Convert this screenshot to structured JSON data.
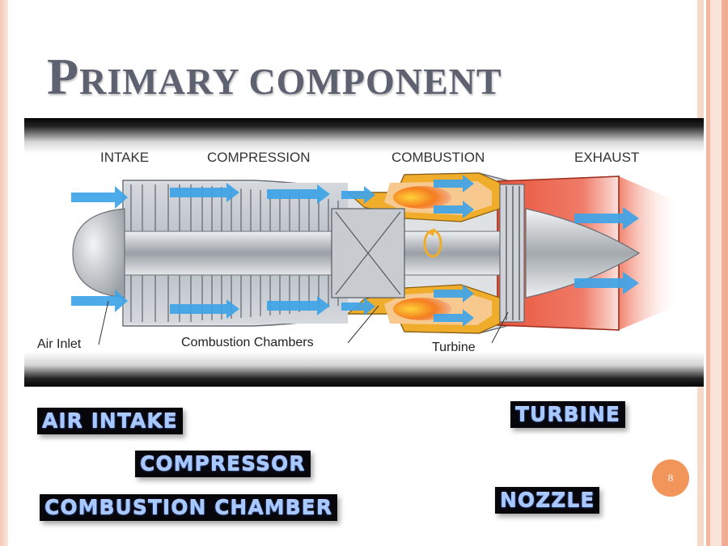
{
  "slide": {
    "title_first": "P",
    "title_rest": "RIMARY COMPONENT",
    "page_number": "8"
  },
  "diagram": {
    "sections": [
      "INTAKE",
      "COMPRESSION",
      "COMBUSTION",
      "EXHAUST"
    ],
    "callouts": {
      "air_inlet": "Air Inlet",
      "combustion_chambers": "Combustion Chambers",
      "turbine": "Turbine"
    }
  },
  "tags": {
    "air_intake": "AIR INTAKE",
    "compressor": "COMPRESSOR",
    "combustion_chamber": "COMBUSTION CHAMBER",
    "turbine": "TURBINE",
    "nozzle": "NOZZLE"
  },
  "colors": {
    "title": "#5d6170",
    "page_badge": "#f2955a",
    "tag_bg": "#06060b",
    "tag_text": "#a8c9ff",
    "exhaust": "#e8563c",
    "flow_arrow": "#3fa4e8",
    "combustion_ring": "#f0ad2c"
  }
}
